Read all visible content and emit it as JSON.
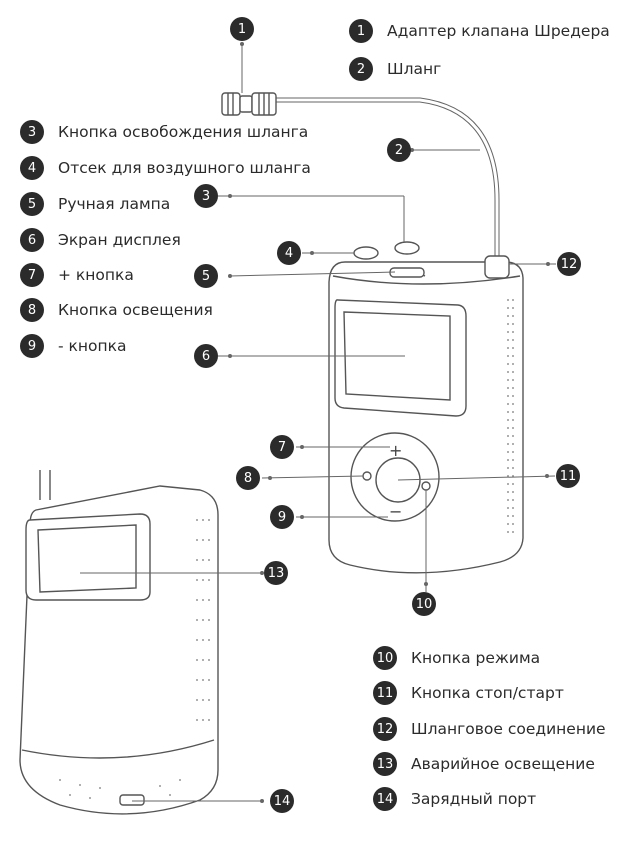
{
  "legend_left": [
    {
      "num": "3",
      "label": "Кнопка освобождения шланга"
    },
    {
      "num": "4",
      "label": "Отсек для воздушного шланга"
    },
    {
      "num": "5",
      "label": "Ручная лампа"
    },
    {
      "num": "6",
      "label": "Экран дисплея"
    },
    {
      "num": "7",
      "label": "+ кнопка"
    },
    {
      "num": "8",
      "label": "Кнопка освещения"
    },
    {
      "num": "9",
      "label": "- кнопка"
    }
  ],
  "legend_top_right": [
    {
      "num": "1",
      "label": "Адаптер клапана Шредера"
    },
    {
      "num": "2",
      "label": "Шланг"
    }
  ],
  "legend_bottom_right": [
    {
      "num": "10",
      "label": "Кнопка режима"
    },
    {
      "num": "11",
      "label": "Кнопка стоп/старт"
    },
    {
      "num": "12",
      "label": "Шланговое соединение"
    },
    {
      "num": "13",
      "label": "Аварийное освещение"
    },
    {
      "num": "14",
      "label": "Зарядный порт"
    }
  ],
  "callouts": [
    "1",
    "2",
    "3",
    "4",
    "5",
    "6",
    "7",
    "8",
    "9",
    "10",
    "11",
    "12",
    "13",
    "14"
  ],
  "device_symbols": {
    "plus": "+",
    "minus": "−"
  },
  "colors": {
    "ink": "#2b2b2b",
    "line": "#555555",
    "background": "#ffffff"
  }
}
